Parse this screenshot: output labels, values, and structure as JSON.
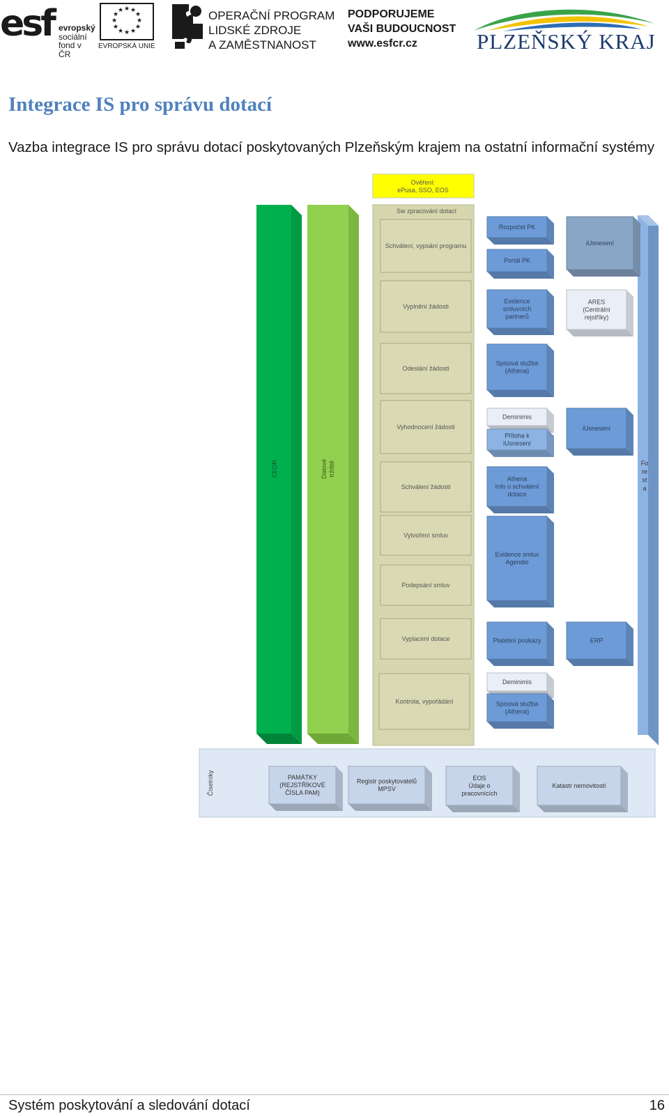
{
  "header": {
    "esf_mark": "esf",
    "esf_line1": "evropský",
    "esf_line2": "sociální",
    "esf_line3": "fond v ČR",
    "eu_label": "EVROPSKÁ UNIE",
    "op_line1": "OPERAČNÍ PROGRAM",
    "op_line2": "LIDSKÉ ZDROJE",
    "op_line3": "A ZAMĚSTNANOST",
    "pod_line1": "PODPORUJEME",
    "pod_line2": "VAŠI BUDOUCNOST",
    "pod_line3": "www.esfcr.cz",
    "region_logo": "PLZEŇSKÝ KRAJ"
  },
  "title": "Integrace IS pro správu dotací",
  "subtitle": "Vazba integrace IS pro správu dotací poskytovaných Plzeňským krajem na ostatní informační systémy",
  "diagram": {
    "auth": [
      "Ověření:",
      "ePusa, SSO, EOS"
    ],
    "left_columns": {
      "cedr": "CEDR",
      "datove": [
        "Datové",
        "tržiště"
      ]
    },
    "process_header": "Sw zpracování dotací",
    "process_steps": [
      "Schválení, vypsání programu",
      "Vyplnění žádosti",
      "Odeslání žádosti",
      "Vyhodnocení žádosti",
      "Schválení žádosti",
      "Vytvoření smluv",
      "Podepsání smluv",
      "Vyplacení dotace",
      "Kontrola, vypořádání"
    ],
    "systems": {
      "rozpocet": "Rozpočet PK",
      "portal": "Portál PK",
      "iusneseni_top": "iUsnesení",
      "evidence_partneru": [
        "Evidence",
        "smluvních",
        "partnerů"
      ],
      "ares": [
        "ARES",
        "(Centrální",
        "rejstříky)"
      ],
      "spisova1": [
        "Spisová služba",
        "(Athena)"
      ],
      "deminimis1": "Deminimis",
      "priloha": [
        "Příloha k",
        "iUsnesení"
      ],
      "iusneseni_mid": "iUsnesení",
      "athena_info": [
        "Athena",
        "Info o schválení",
        "dotace"
      ],
      "evidence_smluv": [
        "Evidence smluv",
        "Agendio"
      ],
      "platebni": "Platební poukazy",
      "erp": "ERP",
      "deminimis2": "Deminimis",
      "spisova2": [
        "Spisová služba",
        "(Athena)"
      ],
      "foresta": [
        "Fo",
        "re",
        "st",
        "a"
      ]
    },
    "registers": {
      "label": "Číselníky",
      "items": [
        [
          "PAMÁTKY",
          "(REJSTŘÍKOVÉ",
          "ČÍSLA PAM)"
        ],
        [
          "Registr poskytovatelů",
          "MPSV"
        ],
        [
          "EOS",
          "Údaje o",
          "pracovnících"
        ],
        [
          "Katastr nemovitostí"
        ]
      ]
    },
    "colors": {
      "process_fill": "#d6d7ae",
      "blue_fill": "#6d9bd7",
      "grey_blue_fill": "#8aa6c7",
      "light_fill": "#e9eef7",
      "cedr_green": "#00b04f",
      "datove_green": "#92d050",
      "auth_yellow": "#ffff00"
    }
  },
  "footer": {
    "title": "Systém poskytování a sledování dotací",
    "page": "16"
  }
}
